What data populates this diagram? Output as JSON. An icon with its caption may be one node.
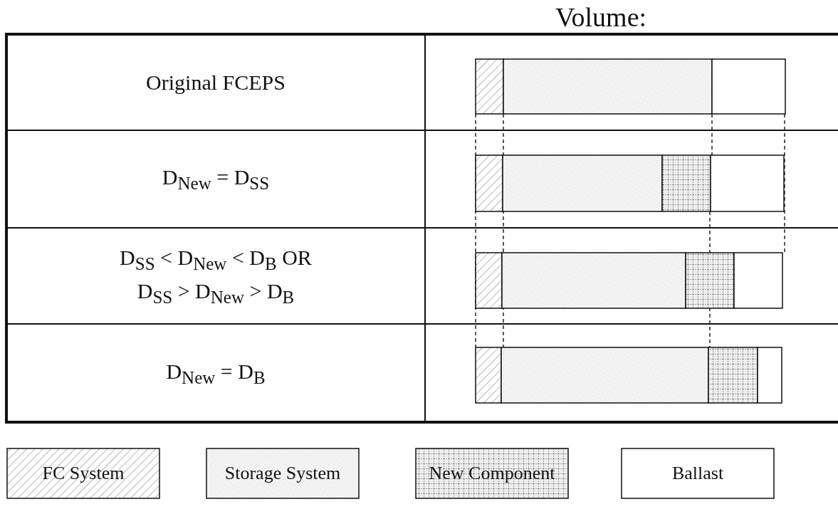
{
  "diagram": {
    "labels": [
      "Volume:",
      "Original FCEPS",
      "D$_{New}$ = D$_{SS}$",
      "D$_{SS}$ < D$_{New}$ < D$_{B}$ OR",
      "D$_{SS}$ > D$_{New}$ > D$_{B}$",
      "D$_{New}$ = D$_{B}$"
    ],
    "legend": [
      {
        "text": "FC System"
      },
      {
        "text": "Storage System"
      },
      {
        "text": "New Component"
      },
      {
        "text": "Ballast"
      }
    ]
  }
}
